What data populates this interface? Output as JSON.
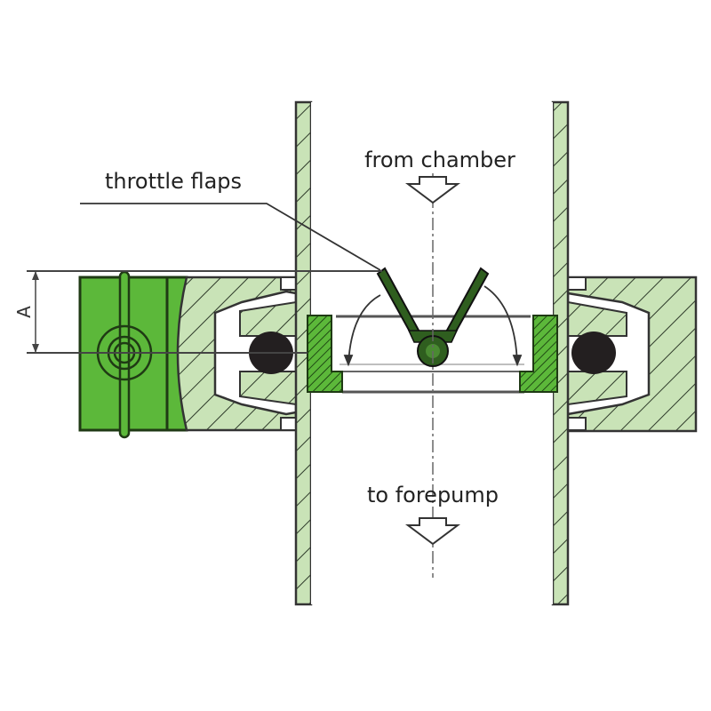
{
  "labels": {
    "from": "from chamber",
    "to": "to forepump",
    "flaps": "throttle flaps",
    "dimension": "A"
  },
  "colors": {
    "light_green": "#c9e3b7",
    "bright_green": "#5cb83a",
    "dark_green": "#2f5e1f",
    "seal": "#231f20",
    "line": "#3a3a3a"
  }
}
